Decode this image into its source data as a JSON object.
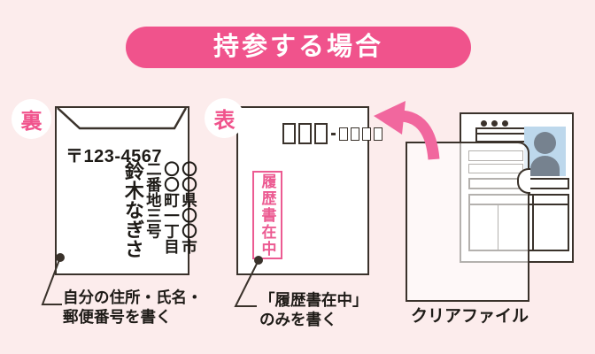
{
  "banner": {
    "label": "持参する場合"
  },
  "colors": {
    "background": "#fcecec",
    "pink": "#f0538c",
    "pink_arrow": "#f1679e",
    "pink_stamp": "#ec5b92",
    "outline": "#3a322b",
    "text": "#1e1b17",
    "photo_blue": "#bdd8ec",
    "silhouette_gray": "#76828f"
  },
  "envelope_back": {
    "badge": "裏",
    "postal_code": "〒123-4567",
    "address_columns": [
      "〇〇県〇〇市",
      "〇〇町一丁目",
      "二番地三号"
    ],
    "name": "鈴木なぎさ",
    "note": {
      "line1": "自分の住所・氏名・",
      "line2": "郵便番号を書く"
    }
  },
  "envelope_front": {
    "badge": "表",
    "stamp": "履歴書在中",
    "postal_boxes": {
      "large": 3,
      "small": 4
    },
    "note": {
      "line1": "「履歴書在中」",
      "line2": "のみを書く"
    }
  },
  "clear_file": {
    "label": "クリアファイル"
  },
  "resume": {
    "dots": 3
  }
}
